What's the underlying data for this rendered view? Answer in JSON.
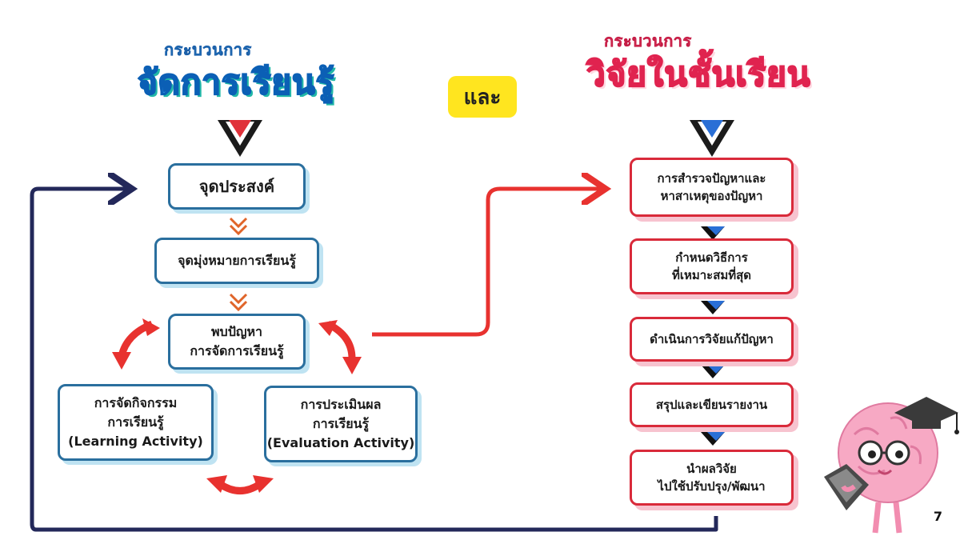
{
  "titles": {
    "left": {
      "sub": "กระบวนการ",
      "main": "จัดการเรียนรู้"
    },
    "connector": "และ",
    "right": {
      "sub": "กระบวนการ",
      "main": "วิจัยในชั้นเรียน"
    }
  },
  "left_flow": {
    "objective": "จุดประสงค์",
    "learning_goal": "จุดมุ่งหมายการเรียนรู้",
    "problem": [
      "พบปัญหา",
      "การจัดการเรียนรู้"
    ],
    "learning_activity": [
      "การจัดกิจกรรม",
      "การเรียนรู้",
      "(Learning Activity)"
    ],
    "evaluation": [
      "การประเมินผล",
      "การเรียนรู้",
      "(Evaluation Activity)"
    ]
  },
  "right_flow": {
    "steps": [
      [
        "การสำรวจปัญหาและ",
        "หาสาเหตุของปัญหา"
      ],
      [
        "กำหนดวิธีการ",
        "ที่เหมาะสมที่สุด"
      ],
      [
        "ดำเนินการวิจัยแก้ปัญหา"
      ],
      [
        "สรุปและเขียนรายงาน"
      ],
      [
        "นำผลวิจัย",
        "ไปใช้ปรับปรุง/พัฒนา"
      ]
    ]
  },
  "page_number": "7",
  "colors": {
    "left_border": "#2a6f9e",
    "right_border": "#d92a3a",
    "loop_arrow": "#23285a",
    "red_arrow": "#e8322f",
    "badge": "#ffe51f"
  },
  "icons": [
    "chevron-down-red-icon",
    "chevron-down-blue-icon",
    "double-chevron-icon",
    "curved-arrow-icon",
    "brain-mascot-icon"
  ]
}
